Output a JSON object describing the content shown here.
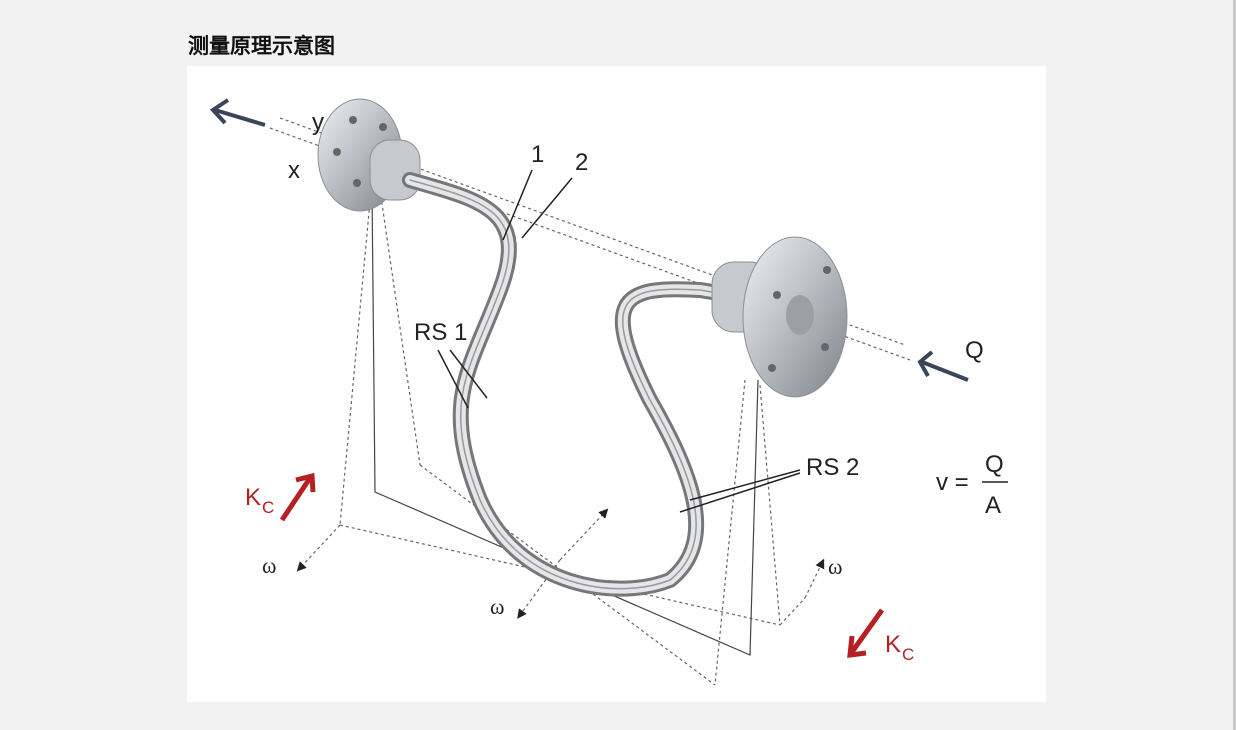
{
  "title": "测量原理示意图",
  "diagram": {
    "labels": {
      "y": "y",
      "x": "x",
      "tube1": "1",
      "tube2": "2",
      "rs1": "RS 1",
      "rs2": "RS 2",
      "flow": "Q",
      "formula_lhs": "v =",
      "formula_num": "Q",
      "formula_den": "A",
      "kc": "K",
      "kc_sub": "C",
      "omega": "ω"
    },
    "colors": {
      "arrow_dark": "#3a4658",
      "arrow_red": "#b52025",
      "metal": "#b9bcc2"
    }
  }
}
